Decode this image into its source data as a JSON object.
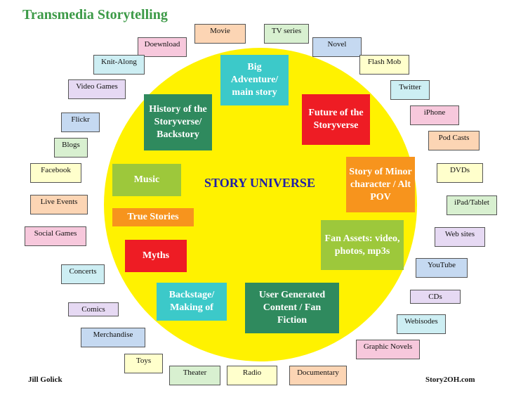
{
  "title": "Transmedia Storytelling",
  "center": "STORY UNIVERSE",
  "inner": {
    "big_adventure": "Big Adventure/ main story",
    "history": "History of the Storyverse/ Backstory",
    "future": "Future of the Storyverse",
    "music": "Music",
    "true_stories": "True Stories",
    "myths": "Myths",
    "minor_character": "Story of Minor character / Alt POV",
    "fan_assets": "Fan Assets: video, photos, mp3s",
    "backstage": "Backstage/ Making of",
    "user_generated": "User Generated Content / Fan Fiction"
  },
  "outer": {
    "movie": "Movie",
    "tv_series": "TV series",
    "doewnload": "Doewnload",
    "novel": "Novel",
    "knit_along": "Knit-Along",
    "flash_mob": "Flash Mob",
    "video_games": "Video Games",
    "twitter": "Twitter",
    "iphone": "iPhone",
    "flickr": "Flickr",
    "pod_casts": "Pod Casts",
    "blogs": "Blogs",
    "facebook": "Facebook",
    "dvds": "DVDs",
    "ipad_tablet": "iPad/Tablet",
    "live_events": "Live Events",
    "web_sites": "Web sites",
    "social_games": "Social Games",
    "youtube": "YouTube",
    "concerts": "Concerts",
    "cds": "CDs",
    "comics": "Comics",
    "webisodes": "Webisodes",
    "merchandise": "Merchandise",
    "graphic_novels": "Graphic Novels",
    "toys": "Toys",
    "theater": "Theater",
    "radio": "Radio",
    "documentary": "Documentary"
  },
  "footer": {
    "author": "Jill Golick",
    "site": "Story2OH.com"
  },
  "colors": {
    "circle": "#fff200",
    "teal": "#3cc9c9",
    "green": "#2f8a5e",
    "red": "#ee1c24",
    "orange": "#f7941d",
    "olive": "#9dc83b",
    "center_text": "#1f1fa8"
  }
}
